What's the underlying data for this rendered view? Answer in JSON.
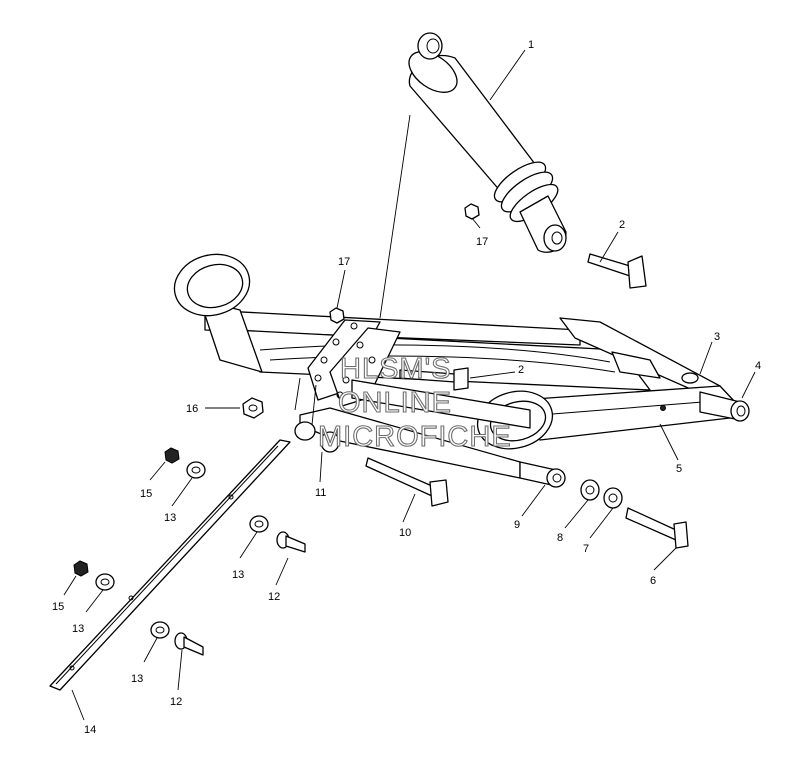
{
  "watermark": {
    "line1": "HLSM'S",
    "line2": "ONLINE",
    "line3": "MICROFICHE"
  },
  "callouts": {
    "c1": "1",
    "c2a": "2",
    "c2b": "2",
    "c3": "3",
    "c4": "4",
    "c5": "5",
    "c6": "6",
    "c7": "7",
    "c8": "8",
    "c9": "9",
    "c10": "10",
    "c11": "11",
    "c12a": "12",
    "c12b": "12",
    "c13a": "13",
    "c13b": "13",
    "c13c": "13",
    "c13d": "13",
    "c14": "14",
    "c15a": "15",
    "c15b": "15",
    "c16": "16",
    "c17a": "17",
    "c17b": "17"
  }
}
